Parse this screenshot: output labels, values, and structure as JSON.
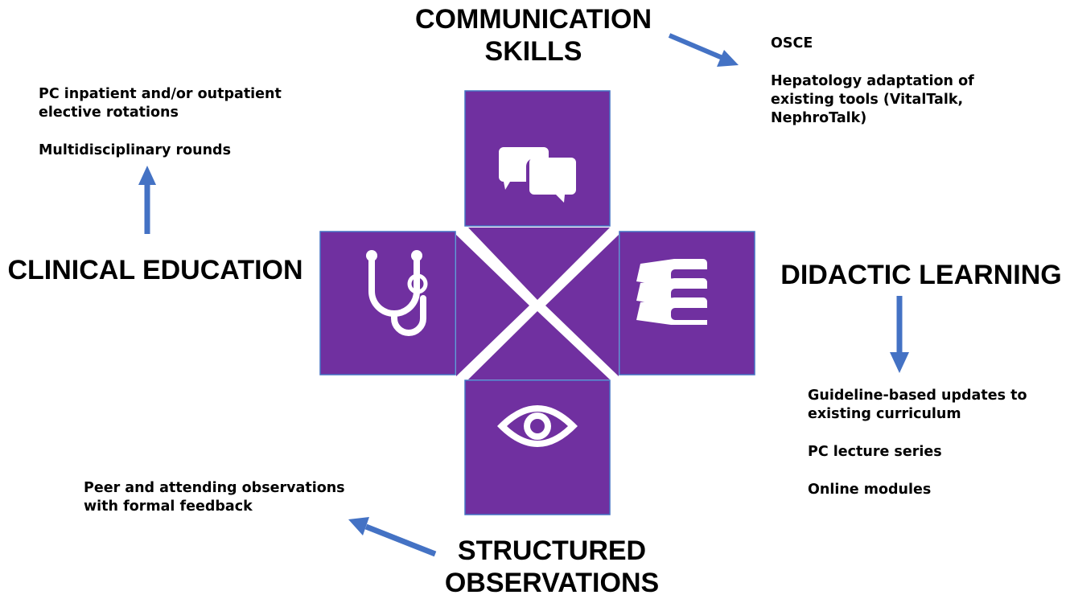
{
  "colors": {
    "tile_fill": "#7030A0",
    "tile_border": "#4472C4",
    "arrow": "#4472C4",
    "icon": "#ffffff",
    "text": "#000000"
  },
  "sections": {
    "communication": {
      "heading": [
        "COMMUNICATION",
        "SKILLS"
      ],
      "icon": "speech-bubbles-icon",
      "items": [
        [
          "OSCE"
        ],
        [
          "Hepatology adaptation of",
          "existing tools (VitalTalk,",
          "NephroTalk)"
        ]
      ]
    },
    "clinical": {
      "heading": [
        "CLINICAL EDUCATION"
      ],
      "icon": "stethoscope-icon",
      "items": [
        [
          "PC inpatient and/or outpatient",
          "elective rotations"
        ],
        [
          "Multidisciplinary rounds"
        ]
      ]
    },
    "didactic": {
      "heading": [
        "DIDACTIC LEARNING"
      ],
      "icon": "books-icon",
      "items": [
        [
          "Guideline-based updates to",
          "existing curriculum"
        ],
        [
          "PC lecture series"
        ],
        [
          "Online modules"
        ]
      ]
    },
    "structured": {
      "heading": [
        "STRUCTURED",
        "OBSERVATIONS"
      ],
      "icon": "eye-icon",
      "items": [
        [
          "Peer and attending observations",
          "with formal feedback"
        ]
      ]
    }
  }
}
